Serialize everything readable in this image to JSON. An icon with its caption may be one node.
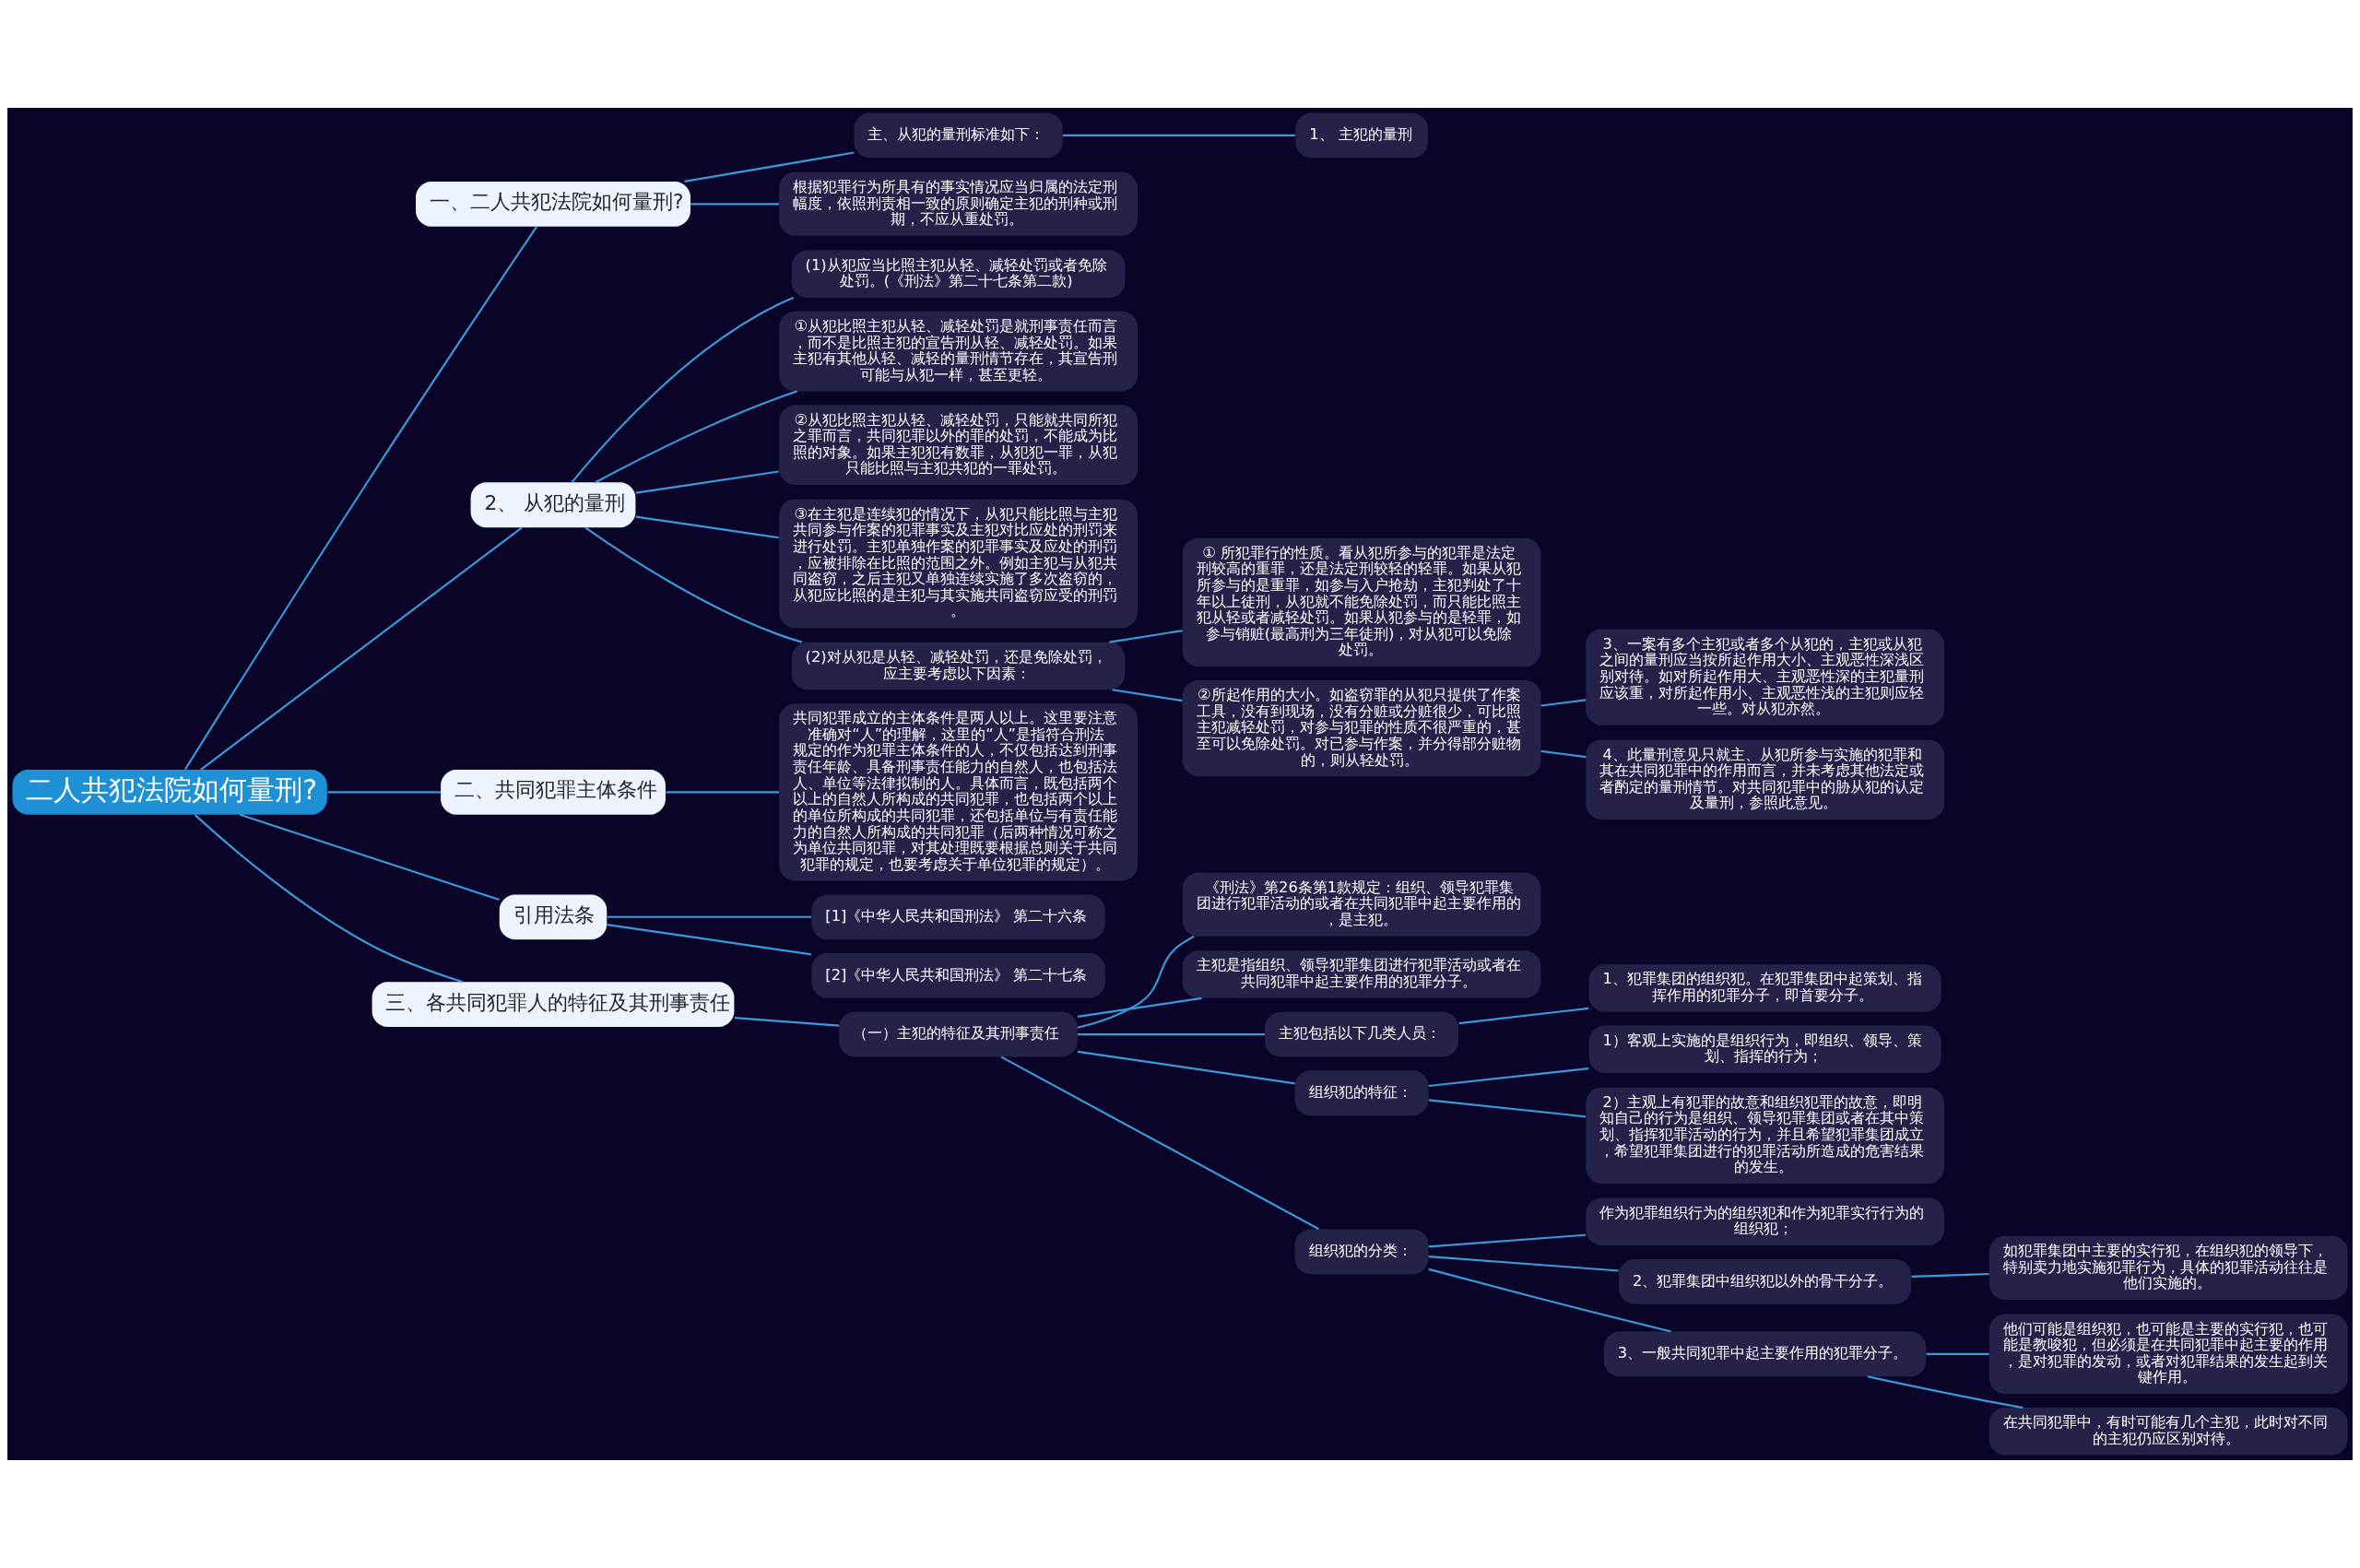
{
  "diagram": {
    "nodes": [
      {
        "text": [
          "二人共犯法院如何量刑?"
        ]
      },
      {
        "text": [
          "一、二人共犯法院如何量刑?"
        ]
      },
      {
        "text": [
          "主、从犯的量刑标准如下："
        ]
      },
      {
        "text": [
          "1、 主犯的量刑"
        ]
      },
      {
        "text": [
          "根据犯罪行为所具有的事实情况应当归属的法定刑幅度，依照刑责相一致的原则确定主犯的刑种或刑期，不应从重处罚。"
        ]
      },
      {
        "text": [
          "2、 从犯的量刑"
        ]
      },
      {
        "text": [
          "(1)从犯应当比照主犯从轻、减轻处罚或者免除处罚。(《刑法》第二十七条第二款)"
        ]
      },
      {
        "text": [
          "①从犯比照主犯从轻、减轻处罚是就刑事责任而言，而不是比照主犯的宣告刑从轻、减轻处罚。如果主犯有其他从轻、减轻的量刑情节存在，其宣告刑可能与从犯一样，甚至更轻。"
        ]
      },
      {
        "text": [
          "②从犯比照主犯从轻、减轻处罚，只能就共同所犯之罪而言，共同犯罪以外的罪的处罚，不能成为比照的对象。如果主犯犯有数罪，从犯犯一罪，从犯只能比照与主犯共犯的一罪处罚。"
        ]
      },
      {
        "text": [
          "③在主犯是连续犯的情况下，从犯只能比照与主犯共同参与作案的犯罪事实及主犯对比应处的刑罚来进行处罚。主犯单独作案的犯罪事实及应处的刑罚，应被排除在比照的范围之外。例如主犯与从犯共同盗窃，之后主犯又单独连续实施了多次盗窃的，从犯应比照的是主犯与其实施共同盗窃应受的刑罚。"
        ]
      },
      {
        "text": [
          "(2)对从犯是从轻、减轻处罚，还是免除处罚，应主要考虑以下因素："
        ]
      },
      {
        "text": [
          "① 所犯罪行的性质。看从犯所参与的犯罪是法定刑较高的重罪，还是法定刑较轻的轻罪。如果从犯所参与的是重罪，如参与入户抢劫，主犯判处了十年以上徒刑，从犯就不能免除处罚，而只能比照主犯从轻或者减轻处罚。如果从犯参与的是轻罪，如参与销赃(最高刑为三年徒刑)，对从犯可以免除处罚。"
        ]
      },
      {
        "text": [
          "②所起作用的大小。如盗窃罪的从犯只提供了作案工具，没有到现场，没有分赃或分赃很少，可比照主犯减轻处罚，对参与犯罪的性质不很严重的，甚至可以免除处罚。对已参与作案，并分得部分赃物的，则从轻处罚。"
        ]
      },
      {
        "text": [
          "3、一案有多个主犯或者多个从犯的，主犯或从犯之间的量刑应当按所起作用大小、主观恶性深浅区别对待。如对所起作用大、主观恶性深的主犯量刑应该重，对所起作用小、主观恶性浅的主犯则应轻一些。对从犯亦然。"
        ]
      },
      {
        "text": [
          "4、此量刑意见只就主、从犯所参与实施的犯罪和其在共同犯罪中的作用而言，并未考虑其他法定或者酌定的量刑情节。对共同犯罪中的胁从犯的认定及量刑，参照此意见。"
        ]
      },
      {
        "text": [
          "二、共同犯罪主体条件"
        ]
      },
      {
        "text": [
          "共同犯罪成立的主体条件是两人以上。这里要注意准确对“人”的理解，这里的“人”是指符合刑法规定的作为犯罪主体条件的人，不仅包括达到刑事责任年龄、具备刑事责任能力的自然人，也包括法人、单位等法律拟制的人。具体而言，既包括两个以上的自然人所构成的共同犯罪，也包括两个以上的单位所构成的共同犯罪，还包括单位与有责任能力的自然人所构成的共同犯罪（后两种情况可称之为单位共同犯罪，对其处理既要根据总则关于共同犯罪的规定，也要考虑关于单位犯罪的规定）。"
        ]
      },
      {
        "text": [
          "引用法条"
        ]
      },
      {
        "text": [
          "[1]《中华人民共和国刑法》 第二十六条"
        ]
      },
      {
        "text": [
          "[2]《中华人民共和国刑法》 第二十七条"
        ]
      },
      {
        "text": [
          "三、各共同犯罪人的特征及其刑事责任"
        ]
      },
      {
        "text": [
          "（一）主犯的特征及其刑事责任"
        ]
      },
      {
        "text": [
          "《刑法》第26条第1款规定：组织、领导犯罪集团进行犯罪活动的或者在共同犯罪中起主要作用的，是主犯。"
        ]
      },
      {
        "text": [
          "主犯是指组织、领导犯罪集团进行犯罪活动或者在共同犯罪中起主要作用的犯罪分子。"
        ]
      },
      {
        "text": [
          "主犯包括以下几类人员："
        ]
      },
      {
        "text": [
          "1、犯罪集团的组织犯。在犯罪集团中起策划、指挥作用的犯罪分子，即首要分子。"
        ]
      },
      {
        "text": [
          "组织犯的特征："
        ]
      },
      {
        "text": [
          "1）客观上实施的是组织行为，即组织、领导、策划、指挥的行为；"
        ]
      },
      {
        "text": [
          "2）主观上有犯罪的故意和组织犯罪的故意，即明知自己的行为是组织、领导犯罪集团或者在其中策划、指挥犯罪活动的行为，并且希望犯罪集团成立，希望犯罪集团进行的犯罪活动所造成的危害结果的发生。"
        ]
      },
      {
        "text": [
          "组织犯的分类："
        ]
      },
      {
        "text": [
          "作为犯罪组织行为的组织犯和作为犯罪实行行为的组织犯；"
        ]
      },
      {
        "text": [
          "2、犯罪集团中组织犯以外的骨干分子。"
        ]
      },
      {
        "text": [
          "如犯罪集团中主要的实行犯，在组织犯的领导下，特别卖力地实施犯罪行为，具体的犯罪活动往往是他们实施的。"
        ]
      },
      {
        "text": [
          "3、一般共同犯罪中起主要作用的犯罪分子。"
        ]
      },
      {
        "text": [
          "他们可能是组织犯，也可能是主要的实行犯，也可能是教唆犯，但必须是在共同犯罪中起主要的作用，是对犯罪的发动，或者对犯罪结果的发生起到关键作用。"
        ]
      },
      {
        "text": [
          "在共同犯罪中，有时可能有几个主犯，此时对不同的主犯仍应区别对待。"
        ]
      }
    ],
    "edges": [
      {
        "from": 0,
        "to": 1,
        "arrow": "none"
      },
      {
        "from": 1,
        "to": 2,
        "arrow": "none"
      },
      {
        "from": 2,
        "to": 3,
        "arrow": "none"
      },
      {
        "from": 1,
        "to": 4,
        "arrow": "none"
      },
      {
        "from": 0,
        "to": 5,
        "arrow": "none"
      },
      {
        "from": 5,
        "to": 6,
        "arrow": "none"
      },
      {
        "from": 5,
        "to": 7,
        "arrow": "none"
      },
      {
        "from": 5,
        "to": 8,
        "arrow": "none"
      },
      {
        "from": 5,
        "to": 9,
        "arrow": "none"
      },
      {
        "from": 5,
        "to": 10,
        "arrow": "none"
      },
      {
        "from": 10,
        "to": 11,
        "arrow": "none"
      },
      {
        "from": 10,
        "to": 12,
        "arrow": "none"
      },
      {
        "from": 12,
        "to": 13,
        "arrow": "none"
      },
      {
        "from": 12,
        "to": 14,
        "arrow": "none"
      },
      {
        "from": 0,
        "to": 15,
        "arrow": "none"
      },
      {
        "from": 15,
        "to": 16,
        "arrow": "none"
      },
      {
        "from": 0,
        "to": 17,
        "arrow": "none"
      },
      {
        "from": 17,
        "to": 18,
        "arrow": "none"
      },
      {
        "from": 17,
        "to": 19,
        "arrow": "none"
      },
      {
        "from": 0,
        "to": 20,
        "arrow": "none"
      },
      {
        "from": 20,
        "to": 21,
        "arrow": "none"
      },
      {
        "from": 21,
        "to": 22,
        "arrow": "none"
      },
      {
        "from": 21,
        "to": 23,
        "arrow": "none"
      },
      {
        "from": 21,
        "to": 24,
        "arrow": "none"
      },
      {
        "from": 24,
        "to": 25,
        "arrow": "none"
      },
      {
        "from": 21,
        "to": 26,
        "arrow": "none"
      },
      {
        "from": 26,
        "to": 27,
        "arrow": "none"
      },
      {
        "from": 26,
        "to": 28,
        "arrow": "none"
      },
      {
        "from": 21,
        "to": 29,
        "arrow": "none"
      },
      {
        "from": 29,
        "to": 30,
        "arrow": "none"
      },
      {
        "from": 29,
        "to": 31,
        "arrow": "none"
      },
      {
        "from": 31,
        "to": 32,
        "arrow": "none"
      },
      {
        "from": 29,
        "to": 33,
        "arrow": "none"
      },
      {
        "from": 33,
        "to": 34,
        "arrow": "none"
      },
      {
        "from": 33,
        "to": 35,
        "arrow": "none"
      }
    ]
  }
}
